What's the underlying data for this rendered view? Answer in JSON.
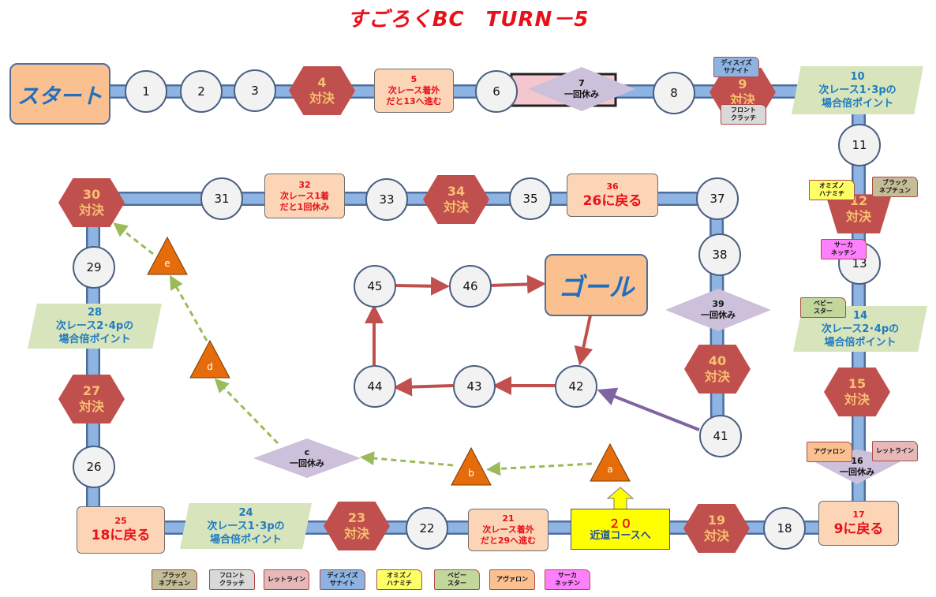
{
  "title": "すごろくBC　TURN－5",
  "start": "スタート",
  "goal": "ゴール",
  "cells": {
    "c1": "1",
    "c2": "2",
    "c3": "3",
    "c6": "6",
    "c8": "8",
    "c11": "11",
    "c13": "13",
    "c18": "18",
    "c22": "22",
    "c26": "26",
    "c29": "29",
    "c31": "31",
    "c33": "33",
    "c35": "35",
    "c37": "37",
    "c38": "38",
    "c41": "41",
    "c42": "42",
    "c43": "43",
    "c44": "44",
    "c45": "45",
    "c46": "46",
    "h4": "4",
    "h9": "9",
    "h12": "12",
    "h15": "15",
    "h19": "19",
    "h23": "23",
    "h27": "27",
    "h30": "30",
    "h34": "34",
    "h40": "40",
    "battle": "対決",
    "b5": {
      "num": "5",
      "text": "次レース着外\nだと13へ進む"
    },
    "b17": {
      "num": "17",
      "text": "9に戻る"
    },
    "b20": {
      "num": "２０",
      "text": "近道コースへ"
    },
    "b21": {
      "num": "21",
      "text": "次レース着外\nだと29へ進む"
    },
    "b25": {
      "num": "25",
      "text": "18に戻る"
    },
    "b32": {
      "num": "32",
      "text": "次レース1着\nだと1回休み"
    },
    "b36": {
      "num": "36",
      "text": "26に戻る"
    },
    "p10": {
      "num": "10",
      "l1": "次レース1･3pの",
      "l2": "場合倍ポイント"
    },
    "p14": {
      "num": "14",
      "l1": "次レース2･4pの",
      "l2": "場合倍ポイント"
    },
    "p24": {
      "num": "24",
      "l1": "次レース1･3pの",
      "l2": "場合倍ポイント"
    },
    "p28": {
      "num": "28",
      "l1": "次レース2･4pの",
      "l2": "場合倍ポイント"
    },
    "d7": {
      "num": "7",
      "text": "一回休み"
    },
    "d16": {
      "num": "16",
      "text": "一回休み"
    },
    "d39": {
      "num": "39",
      "text": "一回休み"
    },
    "dc": {
      "num": "c",
      "text": "一回休み"
    },
    "ta": "a",
    "tb": "b",
    "td": "d",
    "te": "e"
  },
  "players": [
    {
      "name": "ブラック\nネプチュン",
      "color": "#c4bd97"
    },
    {
      "name": "フロント\nクラッチ",
      "color": "#d9d9d9"
    },
    {
      "name": "レットライン",
      "color": "#e6b9b8"
    },
    {
      "name": "ディスイズ\nサナイト",
      "color": "#8db3e2"
    },
    {
      "name": "オミズノ\nハナミチ",
      "color": "#ffff66"
    },
    {
      "name": "ベビー\nスター",
      "color": "#c3d69b"
    },
    {
      "name": "アヴァロン",
      "color": "#fac090"
    },
    {
      "name": "サーカ\nネッチン",
      "color": "#ff80ff"
    }
  ],
  "colors": {
    "path": "#8eb4e3",
    "battle": "#c0504d",
    "route_arrow": "#c0504d",
    "shortcut_arrow": "#9bbb59",
    "entry_arrow": "#8064a2",
    "triangle": "#e46c0a"
  }
}
